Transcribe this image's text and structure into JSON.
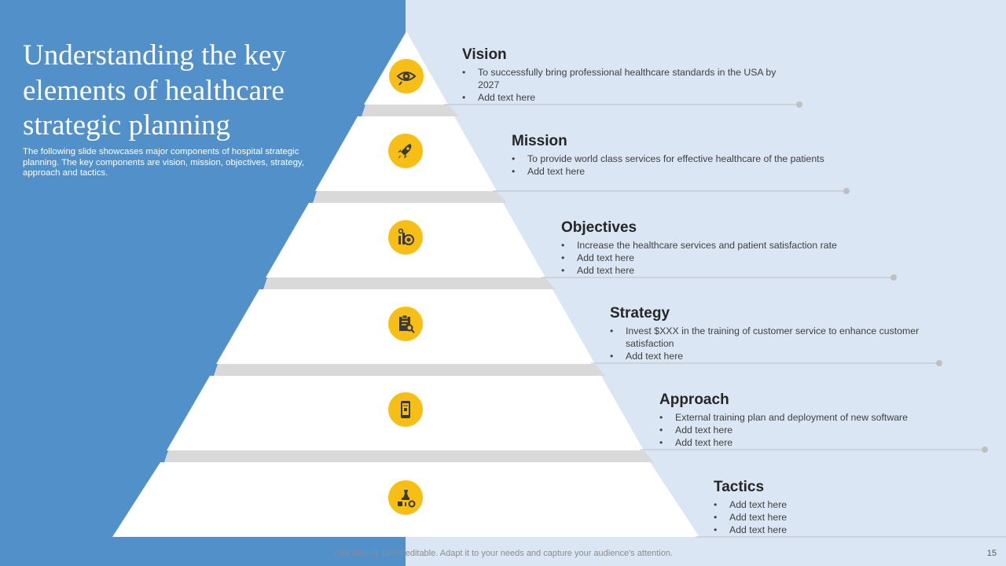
{
  "slide": {
    "title": "Understanding the key elements of healthcare strategic planning",
    "subtitle": "The following slide showcases major components of hospital strategic planning. The key components are vision, mission, objectives, strategy, approach and tactics.",
    "footer_note": "This slide is 100% editable. Adapt it to your needs and capture your audience's attention.",
    "page_number": "15"
  },
  "colors": {
    "left_panel": "#5290c9",
    "background": "#dae6f3",
    "icon_circle": "#f7bf16",
    "tier_fill": "#ffffff",
    "tier_shadow": "#d9d9d9"
  },
  "levels": [
    {
      "title": "Vision",
      "icon": "eye-icon",
      "bullets": [
        "To successfully bring professional healthcare standards in the USA by 2027",
        "Add text here"
      ]
    },
    {
      "title": "Mission",
      "icon": "rocket-icon",
      "bullets": [
        "To provide world class services for effective healthcare of the patients",
        "Add text here"
      ]
    },
    {
      "title": "Objectives",
      "icon": "target-chart-icon",
      "bullets": [
        "Increase the healthcare services and patient satisfaction rate",
        "Add text here",
        "Add text here"
      ]
    },
    {
      "title": "Strategy",
      "icon": "clipboard-search-icon",
      "bullets": [
        "Invest $XXX in the training of customer service to enhance customer satisfaction",
        "Add text here"
      ]
    },
    {
      "title": "Approach",
      "icon": "mobile-software-icon",
      "bullets": [
        "External training plan and deployment of new software",
        "Add text here",
        "Add text here"
      ]
    },
    {
      "title": "Tactics",
      "icon": "chess-puzzle-icon",
      "bullets": [
        "Add text here",
        "Add text here",
        "Add text here"
      ]
    }
  ]
}
